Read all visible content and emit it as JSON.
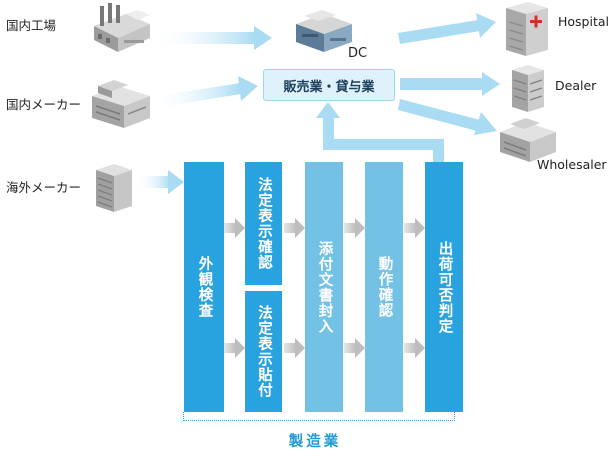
{
  "sources": {
    "domestic_factory": "国内工場",
    "domestic_maker": "国内メーカー",
    "overseas_maker": "海外メーカー"
  },
  "dc": {
    "label": "DC"
  },
  "sales_box": {
    "label": "販売業・貸与業"
  },
  "destinations": {
    "hospital": "Hospital",
    "dealer": "Dealer",
    "wholesaler": "Wholesaler"
  },
  "process": {
    "external_inspection": "外観検査",
    "legal_display_check": "法定表示確認",
    "legal_display_label": "法定表示貼付",
    "document_enclosure": "添付文書封入",
    "operation_check": "動作確認",
    "release_decision": "出荷可否判定"
  },
  "manufacturing_label": "製造業",
  "colors": {
    "accent_blue": "#29a3df",
    "light_blue": "#74c1e6",
    "pale_arrow": "#a9dbf3",
    "sales_fill": "#dff2fb",
    "gray_arrow": "#c8c8c8"
  }
}
